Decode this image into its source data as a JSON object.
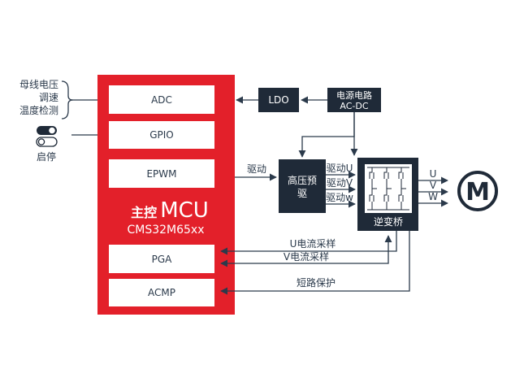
{
  "inputs": {
    "adc_signals": [
      "母线电压",
      "调速",
      "温度检测"
    ],
    "start_stop_label": "启停"
  },
  "mcu": {
    "blocks": {
      "adc": "ADC",
      "gpio": "GPIO",
      "epwm": "EPWM",
      "pga": "PGA",
      "acmp": "ACMP"
    },
    "title_prefix": "主控",
    "title_main": "MCU",
    "part_number": "CMS32M65xx",
    "color": "#e3202a"
  },
  "power": {
    "ldo": "LDO",
    "supply_line1": "电源电路",
    "supply_line2": "AC-DC"
  },
  "predriver": {
    "line1": "高压预",
    "line2": "驱",
    "input_label": "驱动",
    "out_u": "驱动U",
    "out_v": "驱动V",
    "out_w": "驱动w"
  },
  "inverter": {
    "label": "逆变桥"
  },
  "phases": [
    "U",
    "V",
    "W"
  ],
  "motor": {
    "label": "M"
  },
  "feedback": {
    "u_current": "U电流采样",
    "v_current": "V电流采样",
    "short_protect": "短路保护"
  },
  "colors": {
    "dark_block": "#1f2a38",
    "line": "#2b3a4b"
  }
}
